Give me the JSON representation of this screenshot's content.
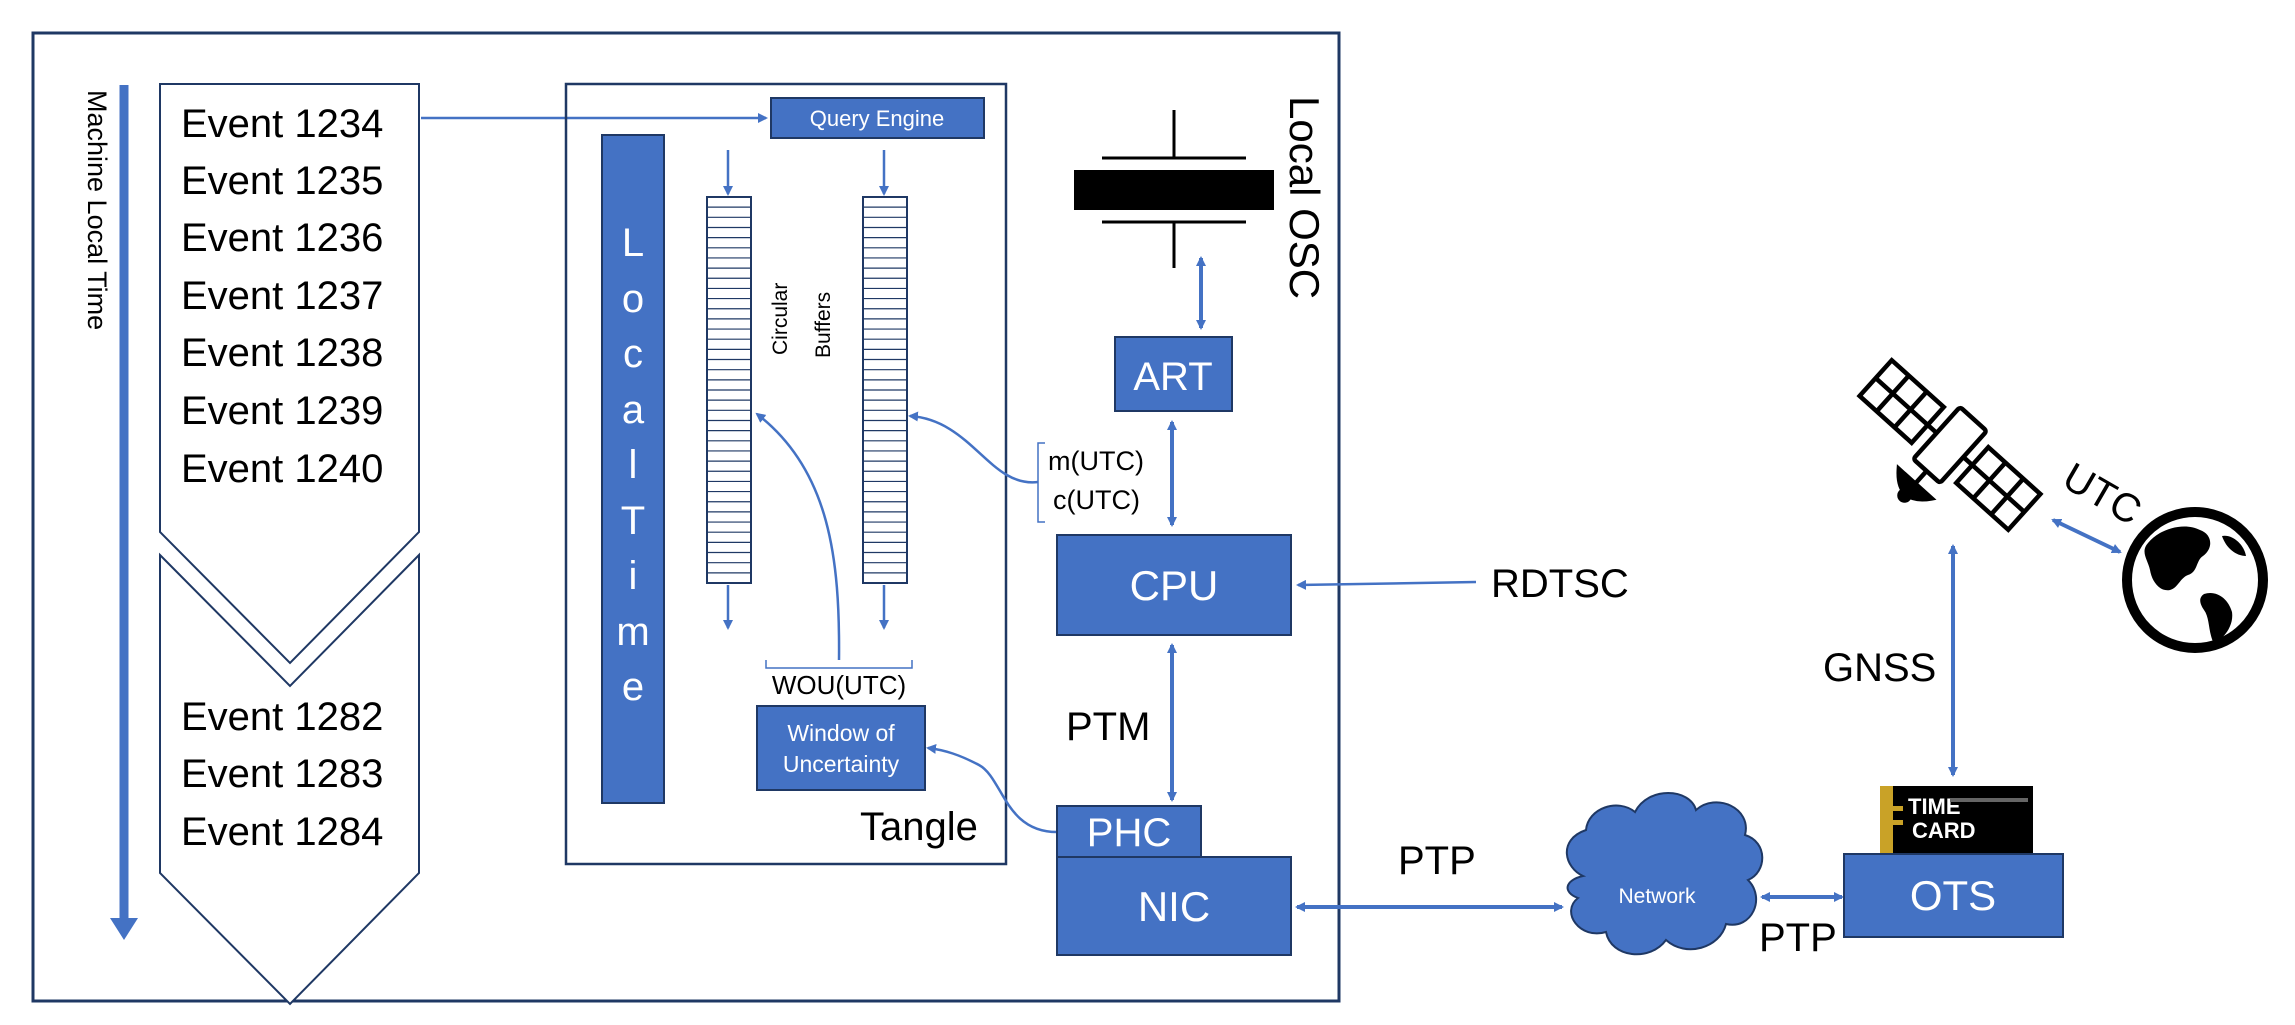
{
  "colors": {
    "accent_blue": "#4472C4",
    "box_blue": "#4472C4",
    "border_navy": "#1F3864",
    "text": "#000000",
    "box_text": "#FFFFFF"
  },
  "timeline": {
    "axis_label": "Machine Local Time",
    "events_top": [
      "Event 1234",
      "Event 1235",
      "Event 1236",
      "Event 1237",
      "Event 1238",
      "Event 1239",
      "Event 1240"
    ],
    "events_bottom": [
      "Event 1282",
      "Event 1283",
      "Event 1284"
    ]
  },
  "tangle": {
    "label": "Tangle",
    "query_engine": "Query Engine",
    "local_time_letters": [
      "L",
      "o",
      "c",
      "a",
      "l",
      "T",
      "i",
      "m",
      "e"
    ],
    "circular_buffers_line1": "Circular",
    "circular_buffers_line2": "Buffers",
    "wou_label": "WOU(UTC)",
    "window_line1": "Window of",
    "window_line2": "Uncertainty"
  },
  "hardware": {
    "local_osc": "Local OSC",
    "art": "ART",
    "m_utc": "m(UTC)",
    "c_utc": "c(UTC)",
    "cpu": "CPU",
    "rdtsc": "RDTSC",
    "ptm": "PTM",
    "phc": "PHC",
    "nic": "NIC"
  },
  "network": {
    "ptp_left": "PTP",
    "network_label": "Network",
    "ptp_right": "PTP",
    "ots": "OTS",
    "gnss": "GNSS",
    "utc": "UTC",
    "timecard_logo_line1": "TIME",
    "timecard_logo_line2": "CARD"
  },
  "icons": [
    "satellite-icon",
    "globe-icon",
    "oscillator-icon",
    "time-card-icon",
    "cloud-icon"
  ]
}
